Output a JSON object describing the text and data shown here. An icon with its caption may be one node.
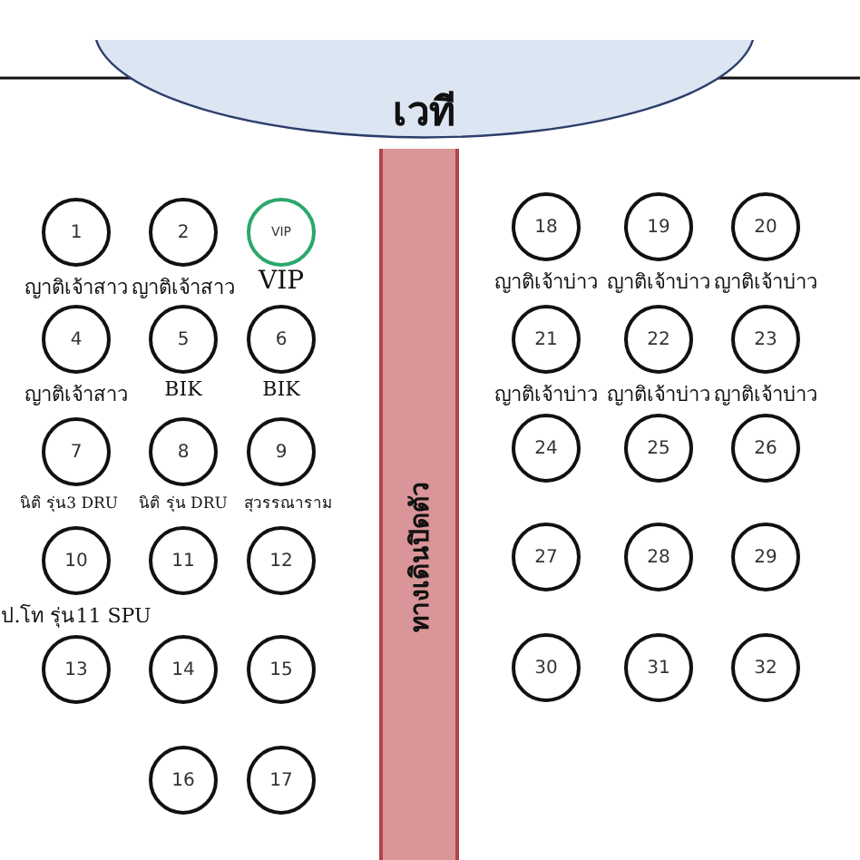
{
  "diagram": {
    "nodes": [
      {
        "text": [
          "เวที"
        ]
      },
      {
        "text": [
          "ทางเดินปิดตัว"
        ]
      },
      {
        "text": [
          "1"
        ],
        "beside": [
          "ญาติเจ้าสาว"
        ]
      },
      {
        "text": [
          "2"
        ],
        "beside": [
          "ญาติเจ้าสาว"
        ]
      },
      {
        "text": [
          "VIP"
        ],
        "beside": [
          "VIP"
        ]
      },
      {
        "text": [
          "4"
        ],
        "beside": [
          "ญาติเจ้าสาว"
        ]
      },
      {
        "text": [
          "5"
        ],
        "beside": [
          "BIK"
        ]
      },
      {
        "text": [
          "6"
        ],
        "beside": [
          "BIK"
        ]
      },
      {
        "text": [
          "7"
        ],
        "beside": [
          "นิติ รุ่น3 DRU"
        ]
      },
      {
        "text": [
          "8"
        ],
        "beside": [
          "นิติ รุ่น DRU"
        ]
      },
      {
        "text": [
          "9"
        ],
        "beside": [
          "สุวรรณาราม"
        ]
      },
      {
        "text": [
          "10"
        ],
        "beside": [
          "ป.โท รุ่น11 SPU"
        ]
      },
      {
        "text": [
          "11"
        ]
      },
      {
        "text": [
          "12"
        ]
      },
      {
        "text": [
          "13"
        ]
      },
      {
        "text": [
          "14"
        ]
      },
      {
        "text": [
          "15"
        ]
      },
      {
        "text": [
          "16"
        ]
      },
      {
        "text": [
          "17"
        ]
      },
      {
        "text": [
          "18"
        ],
        "beside": [
          "ญาติเจ้าบ่าว"
        ]
      },
      {
        "text": [
          "19"
        ],
        "beside": [
          "ญาติเจ้าบ่าว"
        ]
      },
      {
        "text": [
          "20"
        ],
        "beside": [
          "ญาติเจ้าบ่าว"
        ]
      },
      {
        "text": [
          "21"
        ],
        "beside": [
          "ญาติเจ้าบ่าว"
        ]
      },
      {
        "text": [
          "22"
        ],
        "beside": [
          "ญาติเจ้าบ่าว"
        ]
      },
      {
        "text": [
          "23"
        ],
        "beside": [
          "ญาติเจ้าบ่าว"
        ]
      },
      {
        "text": [
          "24"
        ]
      },
      {
        "text": [
          "25"
        ]
      },
      {
        "text": [
          "26"
        ]
      },
      {
        "text": [
          "27"
        ]
      },
      {
        "text": [
          "28"
        ]
      },
      {
        "text": [
          "29"
        ]
      },
      {
        "text": [
          "30"
        ]
      },
      {
        "text": [
          "31"
        ]
      },
      {
        "text": [
          "32"
        ]
      }
    ]
  }
}
